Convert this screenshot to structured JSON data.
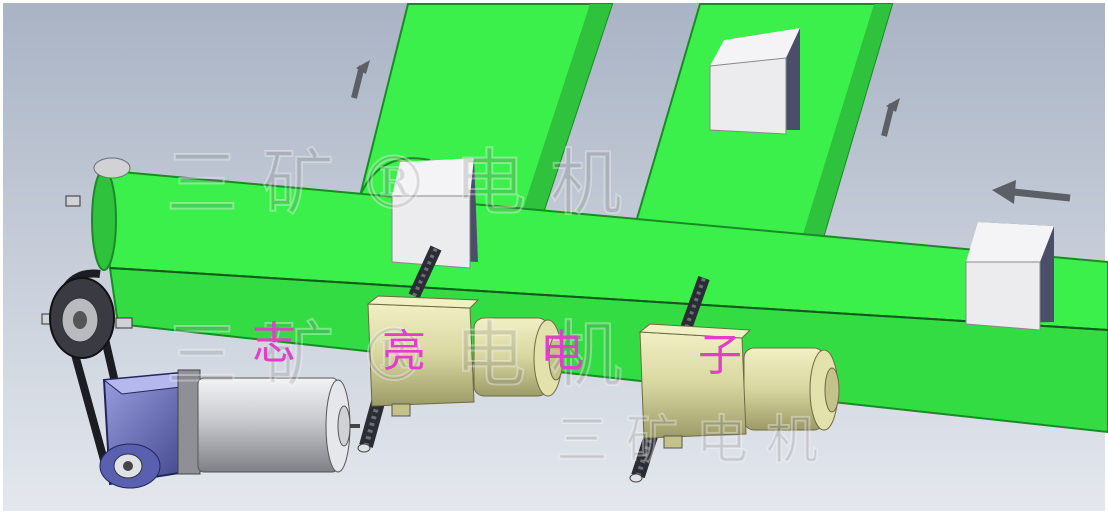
{
  "overlay_label": {
    "chars": [
      "志",
      "亮",
      "电",
      "子"
    ]
  },
  "watermarks": [
    "三矿®电机",
    "三矿®电机",
    "三矿电机"
  ],
  "colors": {
    "background_top": "#a9b3c4",
    "background_bottom": "#e4e8ee",
    "conveyor_green": "#3cf04c",
    "conveyor_edge": "#1a8a26",
    "box_light": "#f4f4f6",
    "box_dark": "#4a4e68",
    "gearbox_yellow": "#d8d6a0",
    "motor_silver": "#d0d2d6",
    "worm_gear_blue": "#5a60b0",
    "label_magenta": "#e040c8"
  }
}
